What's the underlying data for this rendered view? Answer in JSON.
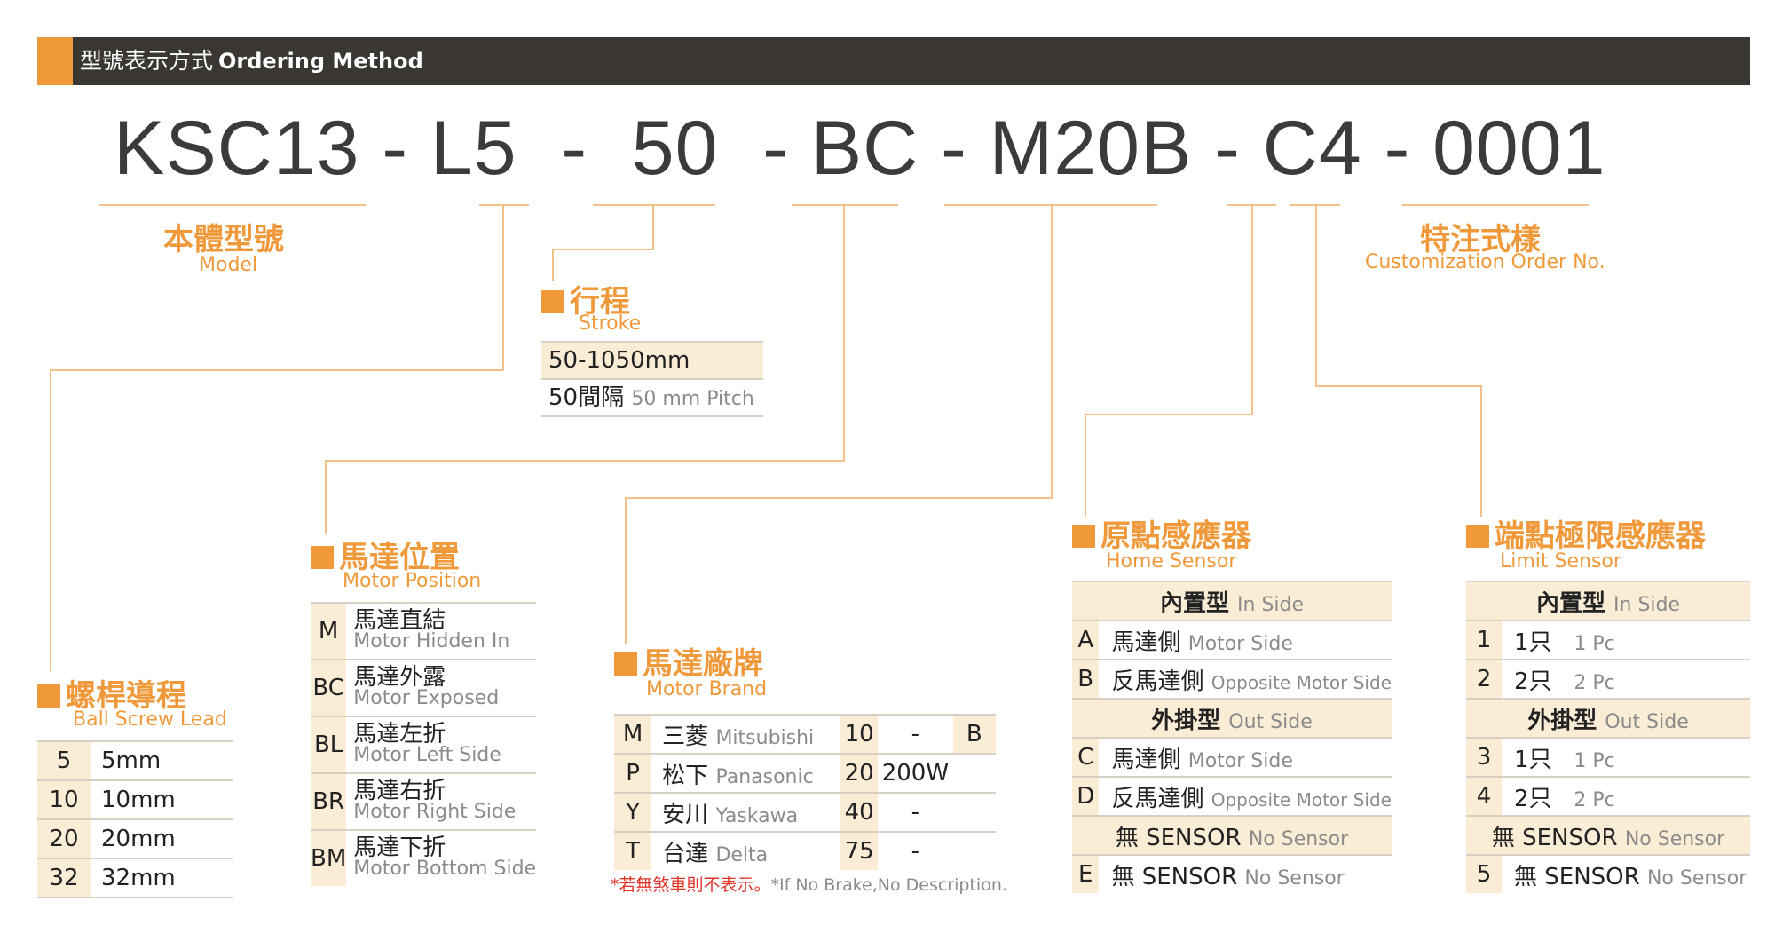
{
  "header": {
    "title_zh": "型號表示方式",
    "title_en": "Ordering Method"
  },
  "model_code": "KSC13 - L5  -  50  - BC - M20B - C4 - 0001",
  "model": {
    "zh": "本體型號",
    "en": "Model"
  },
  "customization": {
    "zh": "特注式樣",
    "en": "Customization Order No."
  },
  "stroke": {
    "zh": "行程",
    "en": "Stroke",
    "range": "50-1050mm",
    "pitch_zh": "50間隔",
    "pitch_en": "50 mm Pitch"
  },
  "lead": {
    "zh": "螺桿導程",
    "en": "Ball Screw Lead",
    "rows": [
      {
        "k": "5",
        "v": "5mm"
      },
      {
        "k": "10",
        "v": "10mm"
      },
      {
        "k": "20",
        "v": "20mm"
      },
      {
        "k": "32",
        "v": "32mm"
      }
    ]
  },
  "motor_position": {
    "zh": "馬達位置",
    "en": "Motor Position",
    "rows": [
      {
        "k": "M",
        "zh": "馬達直結",
        "en": "Motor Hidden In"
      },
      {
        "k": "BC",
        "zh": "馬達外露",
        "en": "Motor Exposed"
      },
      {
        "k": "BL",
        "zh": "馬達左折",
        "en": "Motor Left Side"
      },
      {
        "k": "BR",
        "zh": "馬達右折",
        "en": "Motor Right Side"
      },
      {
        "k": "BM",
        "zh": "馬達下折",
        "en": "Motor Bottom Side"
      }
    ]
  },
  "motor_brand": {
    "zh": "馬達廠牌",
    "en": "Motor Brand",
    "rows": [
      {
        "k": "M",
        "zh": "三菱",
        "en": "Mitsubishi",
        "n": "10",
        "w": "-",
        "b": "B"
      },
      {
        "k": "P",
        "zh": "松下",
        "en": "Panasonic",
        "n": "20",
        "w": "200W",
        "b": ""
      },
      {
        "k": "Y",
        "zh": "安川",
        "en": "Yaskawa",
        "n": "40",
        "w": "-",
        "b": ""
      },
      {
        "k": "T",
        "zh": "台達",
        "en": "Delta",
        "n": "75",
        "w": "-",
        "b": ""
      }
    ],
    "note_zh": "*若無煞車則不表示。",
    "note_en": "*If No Brake,No Description."
  },
  "home_sensor": {
    "zh": "原點感應器",
    "en": "Home Sensor",
    "in_zh": "內置型",
    "in_en": "In Side",
    "out_zh": "外掛型",
    "out_en": "Out Side",
    "rows_in": [
      {
        "k": "A",
        "zh": "馬達側",
        "en": "Motor Side"
      },
      {
        "k": "B",
        "zh": "反馬達側",
        "en": "Opposite Motor Side"
      }
    ],
    "rows_out": [
      {
        "k": "C",
        "zh": "馬達側",
        "en": "Motor Side"
      },
      {
        "k": "D",
        "zh": "反馬達側",
        "en": "Opposite Motor Side"
      }
    ],
    "none_zh": "無 SENSOR",
    "none_en": "No Sensor",
    "row_none": {
      "k": "E",
      "zh": "無 SENSOR",
      "en": "No Sensor"
    }
  },
  "limit_sensor": {
    "zh": "端點極限感應器",
    "en": "Limit Sensor",
    "in_zh": "內置型",
    "in_en": "In Side",
    "out_zh": "外掛型",
    "out_en": "Out Side",
    "rows_in": [
      {
        "k": "1",
        "zh": "1只",
        "en": "1 Pc"
      },
      {
        "k": "2",
        "zh": "2只",
        "en": "2 Pc"
      }
    ],
    "rows_out": [
      {
        "k": "3",
        "zh": "1只",
        "en": "1 Pc"
      },
      {
        "k": "4",
        "zh": "2只",
        "en": "2 Pc"
      }
    ],
    "none_zh": "無 SENSOR",
    "none_en": "No Sensor",
    "row_none": {
      "k": "5",
      "zh": "無 SENSOR",
      "en": "No Sensor"
    }
  },
  "colors": {
    "accent": "#f0993a",
    "dark": "#3a3631",
    "cream": "#fbecd5",
    "line": "#f4c08a",
    "note": "#e0352b"
  }
}
